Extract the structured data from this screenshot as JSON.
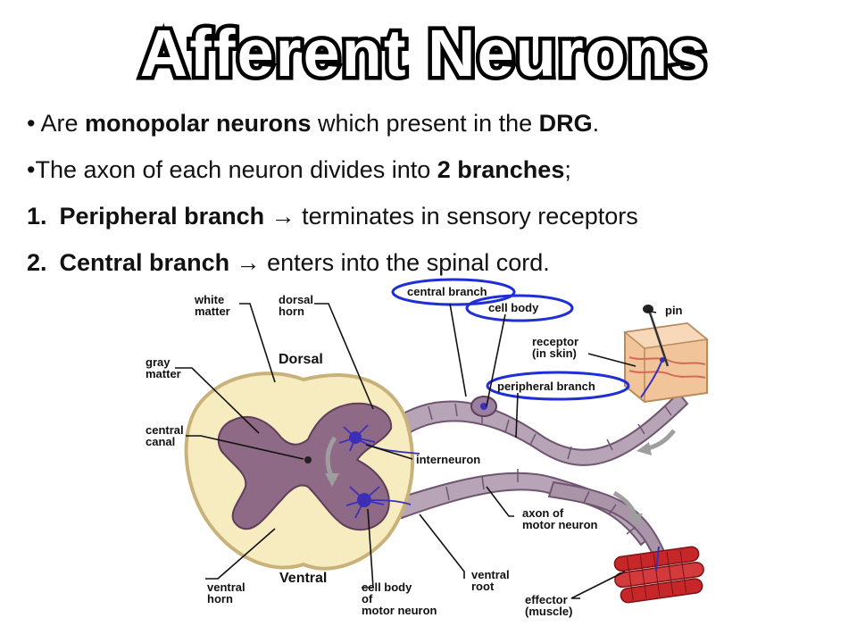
{
  "title": "Afferent Neurons",
  "bullets": [
    {
      "prefix": "• Are ",
      "bold": "monopolar neurons",
      "rest": " which present in the ",
      "bold2": "DRG",
      "end": "."
    },
    {
      "prefix": "•The axon of each neuron divides into ",
      "bold": "2 branches",
      "end": ";"
    },
    {
      "num": "1.",
      "bold": "Peripheral branch",
      "rest": " → terminates in sensory receptors"
    },
    {
      "num": "2.",
      "bold": "Central branch",
      "rest": " → enters into the spinal cord."
    }
  ],
  "labels": {
    "white_matter": [
      "white",
      "matter"
    ],
    "dorsal_horn": [
      "dorsal",
      "horn"
    ],
    "dorsal": "Dorsal",
    "gray_matter": [
      "gray",
      "matter"
    ],
    "central_canal": [
      "central",
      "canal"
    ],
    "ventral": "Ventral",
    "ventral_horn": [
      "ventral",
      "horn"
    ],
    "cell_body_motor": [
      "cell body",
      "of",
      "motor neuron"
    ],
    "ventral_root": [
      "ventral",
      "root"
    ],
    "interneuron": "interneuron",
    "axon_motor": [
      "axon of",
      "motor neuron"
    ],
    "central_branch": "central branch",
    "cell_body": "cell body",
    "peripheral_branch": "peripheral branch",
    "pin": "pin",
    "receptor": [
      "receptor",
      "(in skin)"
    ],
    "effector": [
      "effector",
      "(muscle)"
    ]
  },
  "colors": {
    "white_matter": "#f6ecbf",
    "white_matter_edge": "#c9b27a",
    "gray_matter": "#8e6a86",
    "gray_matter_edge": "#5e3e58",
    "neuron": "#3b2fb8",
    "nerve": "#b7a4b6",
    "highlight_ellipse": "#1f2fd6",
    "muscle": "#c8272a",
    "skin": "#f1c49a"
  }
}
